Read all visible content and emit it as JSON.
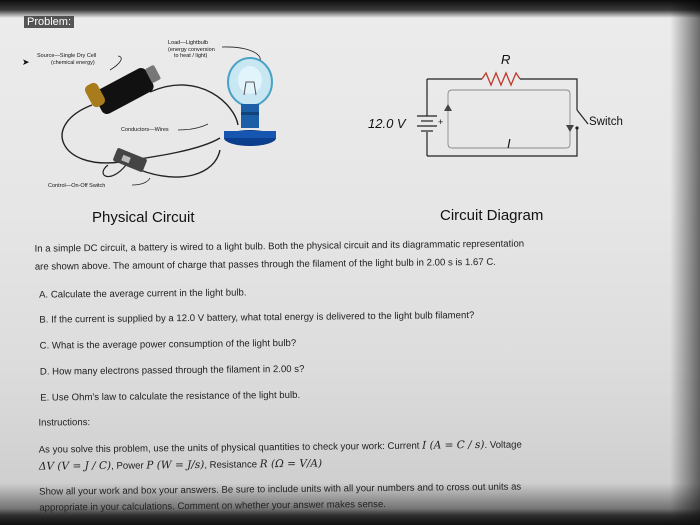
{
  "header": {
    "problem_label": "Problem:"
  },
  "physical": {
    "source_label_1": "Source—Single Dry Cell",
    "source_label_2": "(chemical energy)",
    "load_label_1": "Load—Lightbulb",
    "load_label_2": "(energy conversion",
    "load_label_3": "to heat / light)",
    "conductors_label": "Conductors—Wires",
    "control_label": "Control—On-Off Switch",
    "caption": "Physical Circuit"
  },
  "diagram": {
    "resistor_label": "R",
    "voltage_label": "12.0 V",
    "current_label": "I",
    "switch_label": "Switch",
    "plus_sign": "+",
    "caption": "Circuit Diagram"
  },
  "intro": {
    "line1": "In a simple DC circuit, a battery is wired to a light bulb. Both the physical circuit and its diagrammatic representation",
    "line2": "are shown above. The amount of charge that passes through the filament of the light bulb in 2.00 s is 1.67 C."
  },
  "questions": [
    "A. Calculate the average current in the light bulb.",
    "B. If the current is supplied by a 12.0 V battery, what total energy is delivered to the light bulb filament?",
    "C. What is the average power consumption of the light bulb?",
    "D. How many electrons passed through the filament in 2.00 s?",
    "E. Use Ohm's law to calculate the resistance of the light bulb."
  ],
  "instructions": {
    "heading": "Instructions:",
    "line1_text": "As you solve this problem, use the units of physical quantities to check your work:  Current",
    "line1_math": "I  (A = C / s)",
    "line1_tail": ". Voltage",
    "line2_math1": "ΔV  (V = J / C)",
    "line2_text1": ", Power",
    "line2_math2": "P  (W = J/s)",
    "line2_text2": ", Resistance",
    "line2_math3": "R  (Ω = V/A)",
    "line3": "Show all your work and box your answers. Be sure to include units with all your numbers and to cross out units as",
    "line4": "appropriate in your calculations. Comment on whether your answer makes sense."
  }
}
